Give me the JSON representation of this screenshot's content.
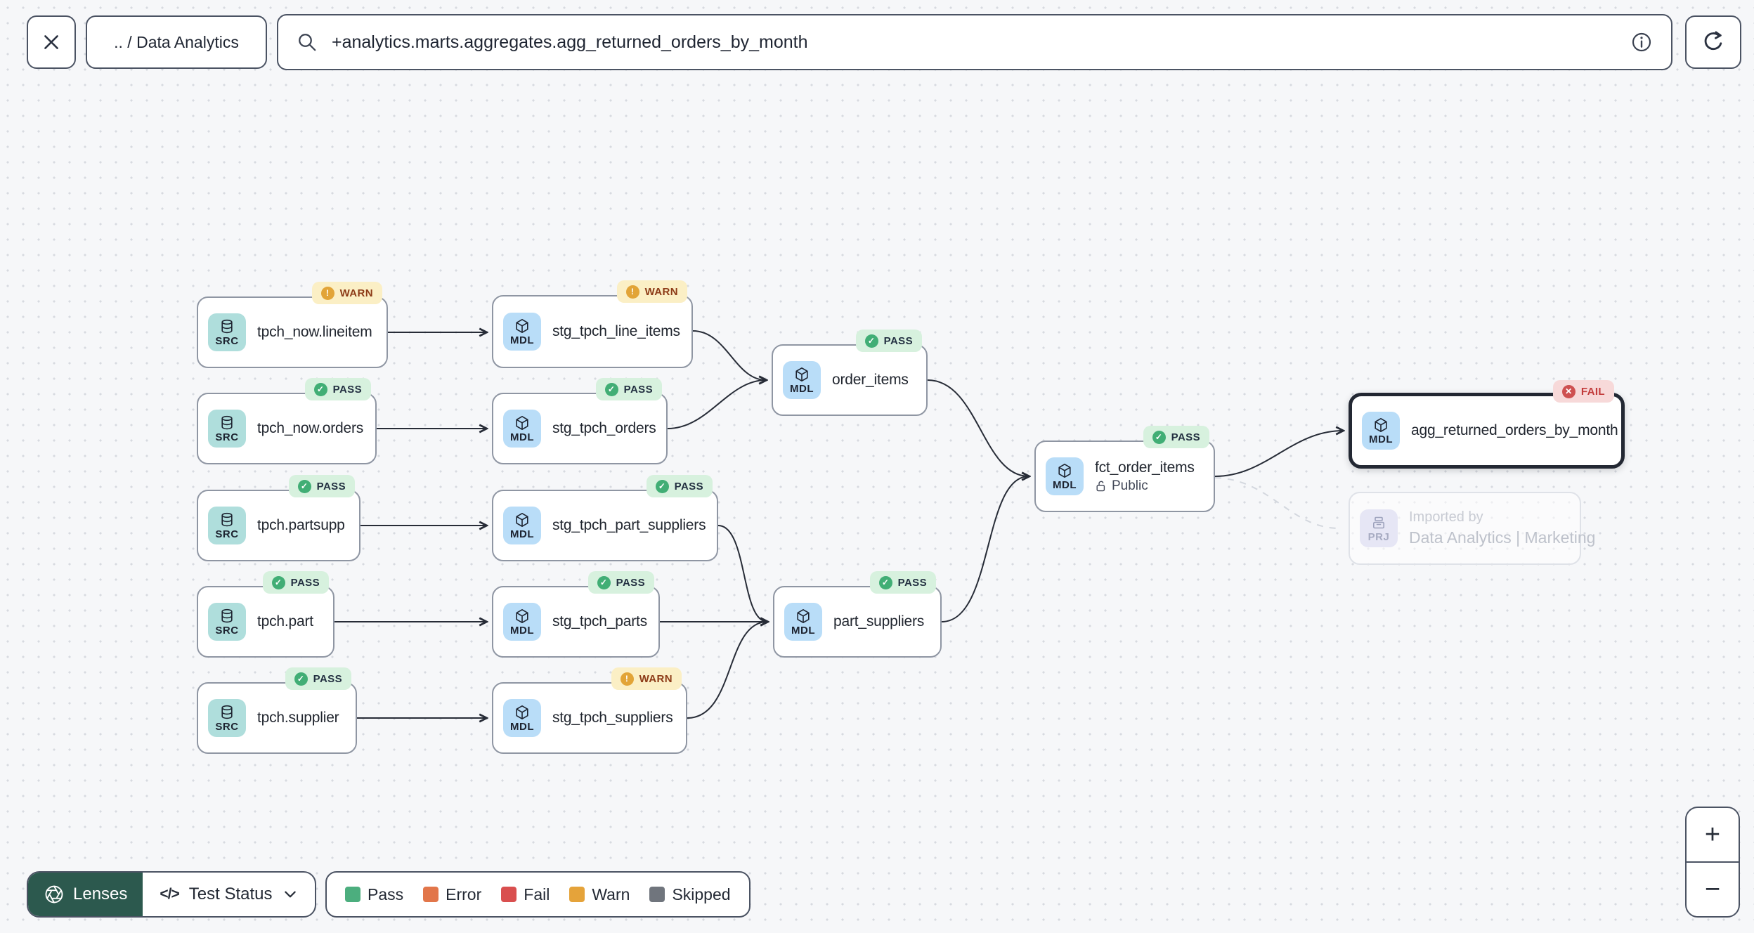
{
  "topbar": {
    "breadcrumb": ".. / Data Analytics",
    "search_value": "+analytics.marts.aggregates.agg_returned_orders_by_month"
  },
  "icons": {
    "close_icon": "x-cross",
    "search_icon": "magnifier",
    "info_icon": "circled-i",
    "refresh_icon": "circular-arrow",
    "lenses_icon": "aperture",
    "code_icon": "</>",
    "chevron_down_icon": "chevron-down",
    "lock_open_icon": "open-padlock"
  },
  "graph": {
    "nodes": [
      {
        "id": "tpch_now.lineitem",
        "kind": "source",
        "type_label": "SRC",
        "label": "tpch_now.lineitem",
        "badge": {
          "status": "warn",
          "label": "WARN"
        }
      },
      {
        "id": "stg_tpch_line_items",
        "kind": "model",
        "type_label": "MDL",
        "label": "stg_tpch_line_items",
        "badge": {
          "status": "warn",
          "label": "WARN"
        }
      },
      {
        "id": "tpch_now.orders",
        "kind": "source",
        "type_label": "SRC",
        "label": "tpch_now.orders",
        "badge": {
          "status": "pass",
          "label": "PASS"
        }
      },
      {
        "id": "stg_tpch_orders",
        "kind": "model",
        "type_label": "MDL",
        "label": "stg_tpch_orders",
        "badge": {
          "status": "pass",
          "label": "PASS"
        }
      },
      {
        "id": "tpch.partsupp",
        "kind": "source",
        "type_label": "SRC",
        "label": "tpch.partsupp",
        "badge": {
          "status": "pass",
          "label": "PASS"
        }
      },
      {
        "id": "stg_tpch_part_suppliers",
        "kind": "model",
        "type_label": "MDL",
        "label": "stg_tpch_part_suppliers",
        "badge": {
          "status": "pass",
          "label": "PASS"
        }
      },
      {
        "id": "tpch.part",
        "kind": "source",
        "type_label": "SRC",
        "label": "tpch.part",
        "badge": {
          "status": "pass",
          "label": "PASS"
        }
      },
      {
        "id": "stg_tpch_parts",
        "kind": "model",
        "type_label": "MDL",
        "label": "stg_tpch_parts",
        "badge": {
          "status": "pass",
          "label": "PASS"
        }
      },
      {
        "id": "tpch.supplier",
        "kind": "source",
        "type_label": "SRC",
        "label": "tpch.supplier",
        "badge": {
          "status": "pass",
          "label": "PASS"
        }
      },
      {
        "id": "stg_tpch_suppliers",
        "kind": "model",
        "type_label": "MDL",
        "label": "stg_tpch_suppliers",
        "badge": {
          "status": "warn",
          "label": "WARN"
        }
      },
      {
        "id": "order_items",
        "kind": "model",
        "type_label": "MDL",
        "label": "order_items",
        "badge": {
          "status": "pass",
          "label": "PASS"
        }
      },
      {
        "id": "part_suppliers",
        "kind": "model",
        "type_label": "MDL",
        "label": "part_suppliers",
        "badge": {
          "status": "pass",
          "label": "PASS"
        }
      },
      {
        "id": "fct_order_items",
        "kind": "model",
        "type_label": "MDL",
        "label": "fct_order_items",
        "badge": {
          "status": "pass",
          "label": "PASS"
        },
        "sublabel": "Public"
      },
      {
        "id": "agg_returned_orders_by_month",
        "kind": "model",
        "type_label": "MDL",
        "label": "agg_returned_orders_by_month",
        "badge": {
          "status": "fail",
          "label": "FAIL"
        },
        "selected": true
      },
      {
        "id": "imported_project",
        "kind": "project",
        "type_label": "PRJ",
        "line1": "Imported by",
        "line2": "Data Analytics | Marketing",
        "faded": true
      }
    ],
    "edges": [
      {
        "from": "tpch_now.lineitem",
        "to": "stg_tpch_line_items",
        "style": "solid"
      },
      {
        "from": "tpch_now.orders",
        "to": "stg_tpch_orders",
        "style": "solid"
      },
      {
        "from": "tpch.partsupp",
        "to": "stg_tpch_part_suppliers",
        "style": "solid"
      },
      {
        "from": "tpch.part",
        "to": "stg_tpch_parts",
        "style": "solid"
      },
      {
        "from": "tpch.supplier",
        "to": "stg_tpch_suppliers",
        "style": "solid"
      },
      {
        "from": "stg_tpch_line_items",
        "to": "order_items",
        "style": "solid"
      },
      {
        "from": "stg_tpch_orders",
        "to": "order_items",
        "style": "solid"
      },
      {
        "from": "order_items",
        "to": "fct_order_items",
        "style": "solid"
      },
      {
        "from": "stg_tpch_part_suppliers",
        "to": "part_suppliers",
        "style": "solid"
      },
      {
        "from": "stg_tpch_parts",
        "to": "part_suppliers",
        "style": "solid"
      },
      {
        "from": "stg_tpch_suppliers",
        "to": "part_suppliers",
        "style": "solid"
      },
      {
        "from": "part_suppliers",
        "to": "fct_order_items",
        "style": "solid"
      },
      {
        "from": "fct_order_items",
        "to": "agg_returned_orders_by_month",
        "style": "solid"
      },
      {
        "from": "fct_order_items",
        "to": "imported_project",
        "style": "dashed"
      }
    ]
  },
  "controls": {
    "lenses_label": "Lenses",
    "lens_selected": "Test Status",
    "zoom_in": "+",
    "zoom_out": "−"
  },
  "legend": {
    "items": [
      {
        "label": "Pass",
        "color": "#4CAE7E"
      },
      {
        "label": "Error",
        "color": "#E2764A"
      },
      {
        "label": "Fail",
        "color": "#D94F4F"
      },
      {
        "label": "Warn",
        "color": "#E5A33A"
      },
      {
        "label": "Skipped",
        "color": "#70757D"
      }
    ]
  },
  "status_colors": {
    "pass": "#41AE75",
    "warn": "#E2A437",
    "fail": "#CE5050"
  }
}
